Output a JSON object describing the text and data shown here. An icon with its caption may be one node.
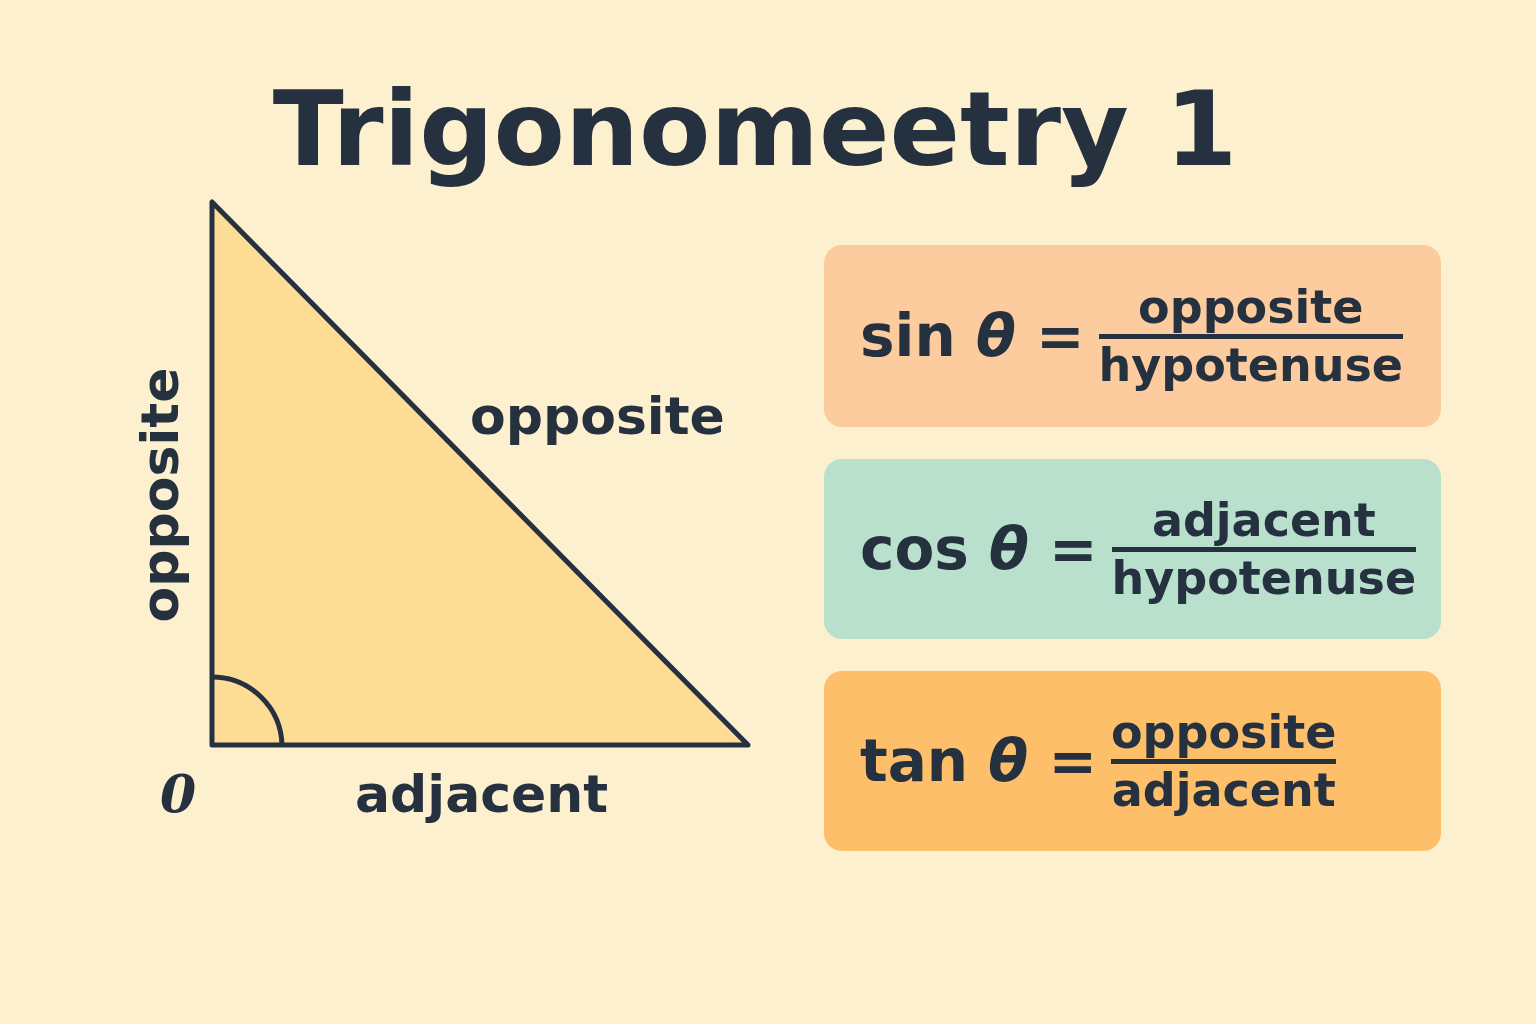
{
  "diagram": {
    "title": "Trigonomeetry 1",
    "nodes": [
      {
        "text": [
          "sin *θ* =",
          "opposite",
          "hypotenuse"
        ]
      },
      {
        "text": [
          "cos *θ* =",
          "adjacent",
          "hypotenuse"
        ]
      },
      {
        "text": [
          "tan *θ* =",
          "opposite",
          "adjacent"
        ]
      }
    ],
    "edges": [],
    "labels": [
      "opposite",
      "opposite",
      "0",
      "adjacent"
    ]
  }
}
